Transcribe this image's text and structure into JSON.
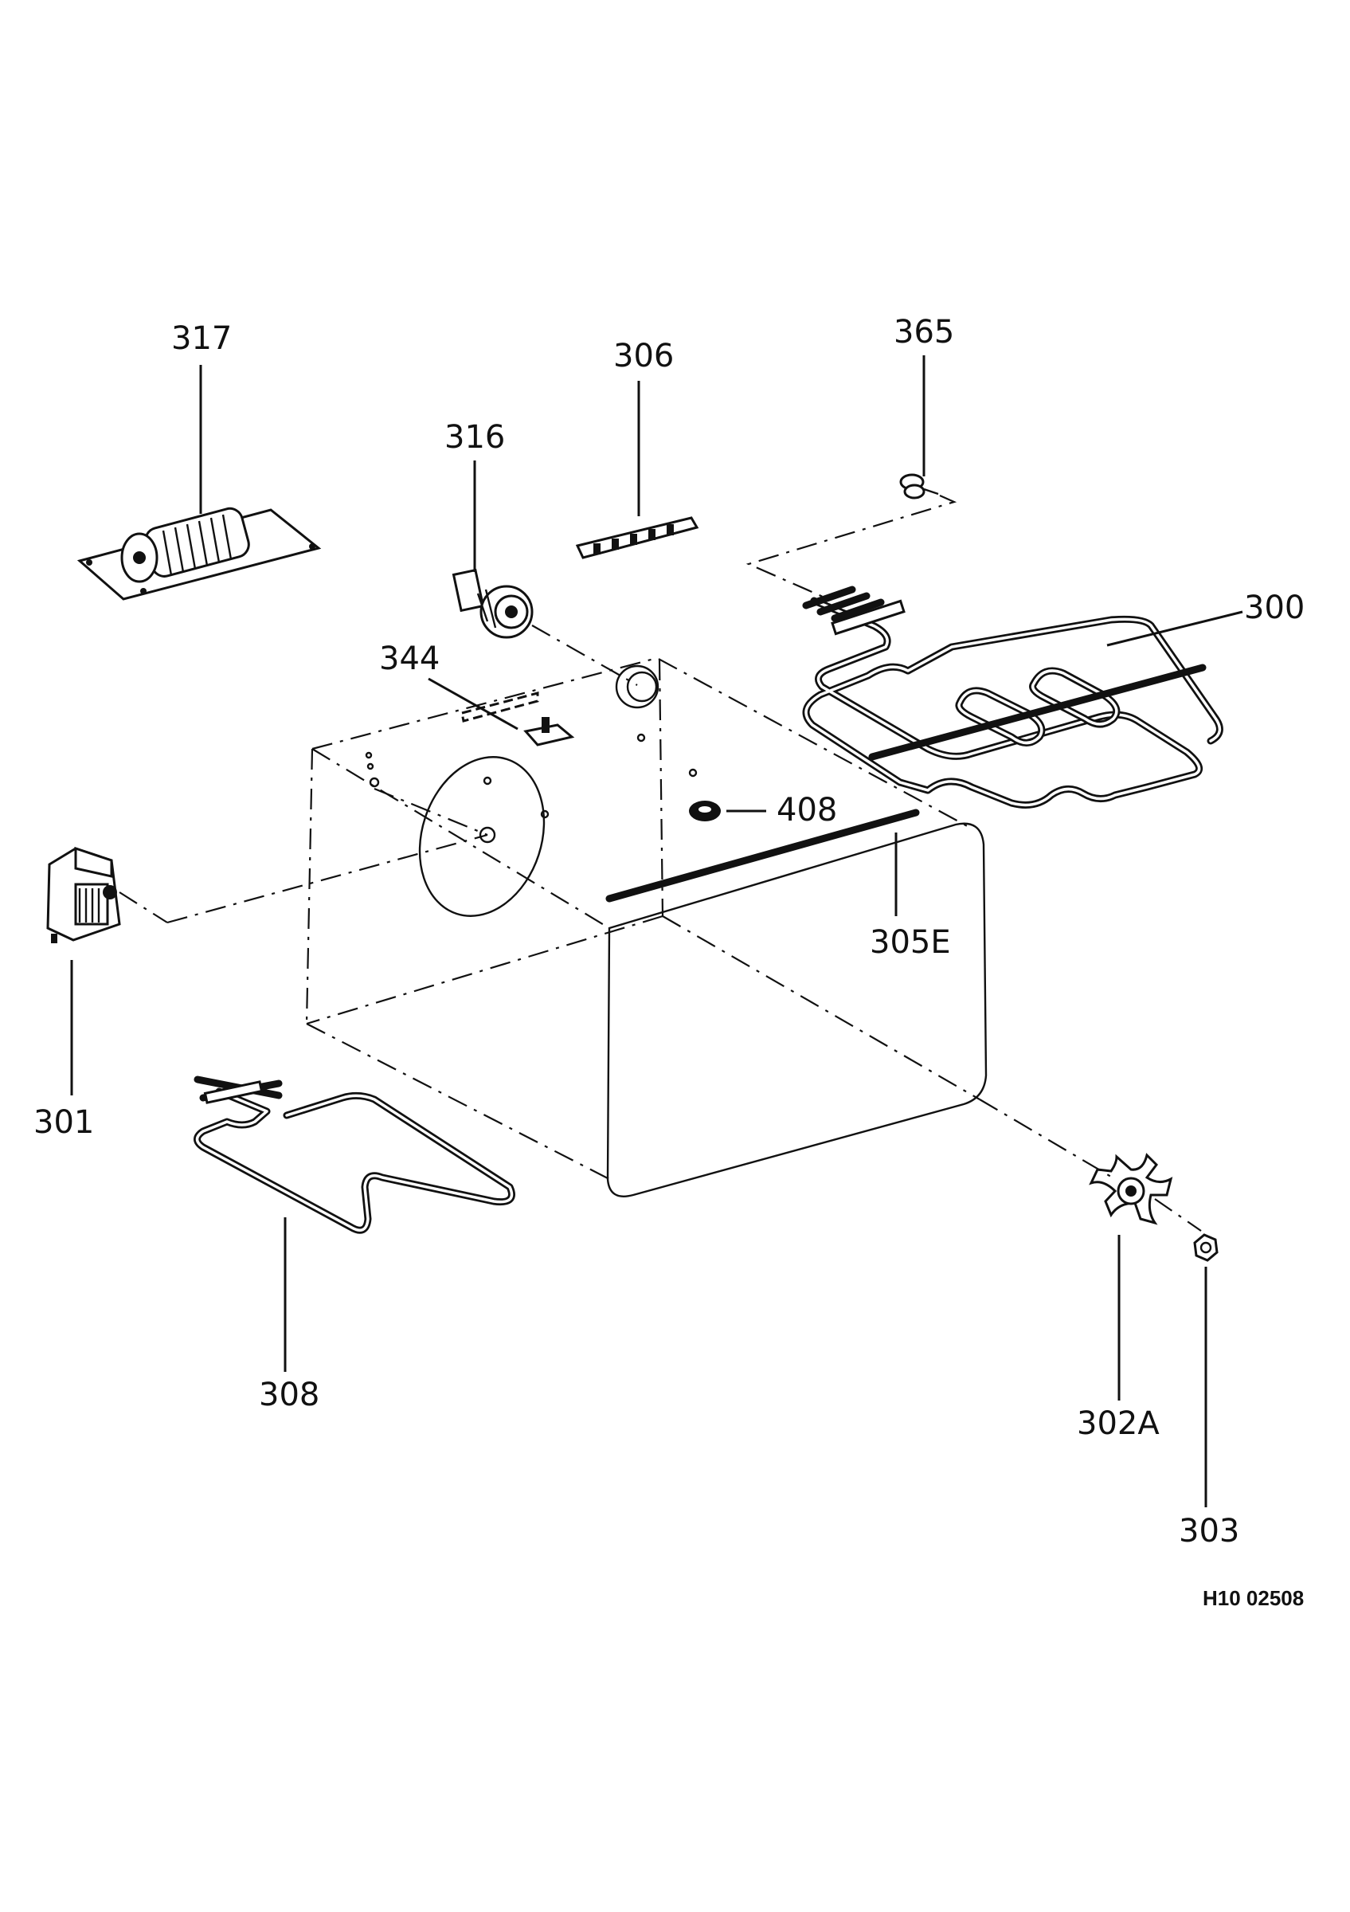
{
  "drawing_number": "H10 02508",
  "parts": [
    {
      "key": "p300",
      "label": "300"
    },
    {
      "key": "p301",
      "label": "301"
    },
    {
      "key": "p302A",
      "label": "302A"
    },
    {
      "key": "p303",
      "label": "303"
    },
    {
      "key": "p305E",
      "label": "305E"
    },
    {
      "key": "p306",
      "label": "306"
    },
    {
      "key": "p308",
      "label": "308"
    },
    {
      "key": "p316",
      "label": "316"
    },
    {
      "key": "p317",
      "label": "317"
    },
    {
      "key": "p344",
      "label": "344"
    },
    {
      "key": "p365",
      "label": "365"
    },
    {
      "key": "p408",
      "label": "408"
    }
  ]
}
